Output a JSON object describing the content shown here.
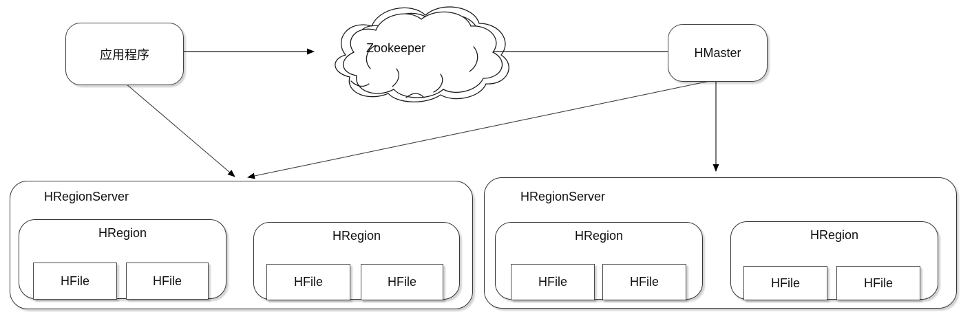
{
  "nodes": {
    "application": {
      "label": "应用程序"
    },
    "zookeeper": {
      "label": "Zookeeper"
    },
    "hmaster": {
      "label": "HMaster"
    }
  },
  "servers": [
    {
      "label": "HRegionServer",
      "regions": [
        {
          "label": "HRegion",
          "files": [
            {
              "label": "HFile"
            },
            {
              "label": "HFile"
            }
          ]
        },
        {
          "label": "HRegion",
          "files": [
            {
              "label": "HFile"
            },
            {
              "label": "HFile"
            }
          ]
        }
      ]
    },
    {
      "label": "HRegionServer",
      "regions": [
        {
          "label": "HRegion",
          "files": [
            {
              "label": "HFile"
            },
            {
              "label": "HFile"
            }
          ]
        },
        {
          "label": "HRegion",
          "files": [
            {
              "label": "HFile"
            },
            {
              "label": "HFile"
            }
          ]
        }
      ]
    }
  ],
  "connections": [
    {
      "from": "application",
      "to": "zookeeper"
    },
    {
      "from": "hmaster",
      "to": "zookeeper"
    },
    {
      "from": "application",
      "to": "hregionserver-1"
    },
    {
      "from": "hmaster",
      "to": "hregionserver-1"
    },
    {
      "from": "hmaster",
      "to": "hregionserver-2"
    }
  ],
  "colors": {
    "background": "#ffffff",
    "box_border": "#3f3f3f",
    "connector_line": "#3f3f3f",
    "arrowhead": "#000000",
    "text": "#111111"
  }
}
